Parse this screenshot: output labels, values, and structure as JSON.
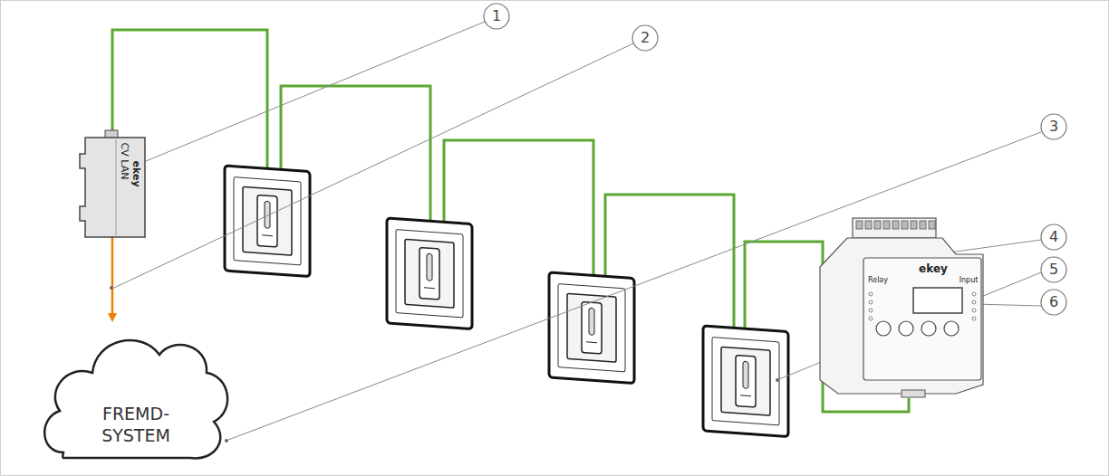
{
  "diagram": {
    "nodes": [
      {
        "text": [
          "CV LAN",
          "ekey"
        ]
      },
      {
        "text": [
          "FREMD-SYSTEM"
        ]
      },
      {
        "text": [
          "ekey",
          "Relay",
          "Input"
        ]
      }
    ],
    "edges": [
      {
        "from": 0,
        "to": 1,
        "arrow": "to"
      },
      {
        "from": 0,
        "to": 2,
        "arrow": "none"
      }
    ],
    "labels": [
      "1",
      "2",
      "3",
      "4",
      "5",
      "6"
    ]
  }
}
